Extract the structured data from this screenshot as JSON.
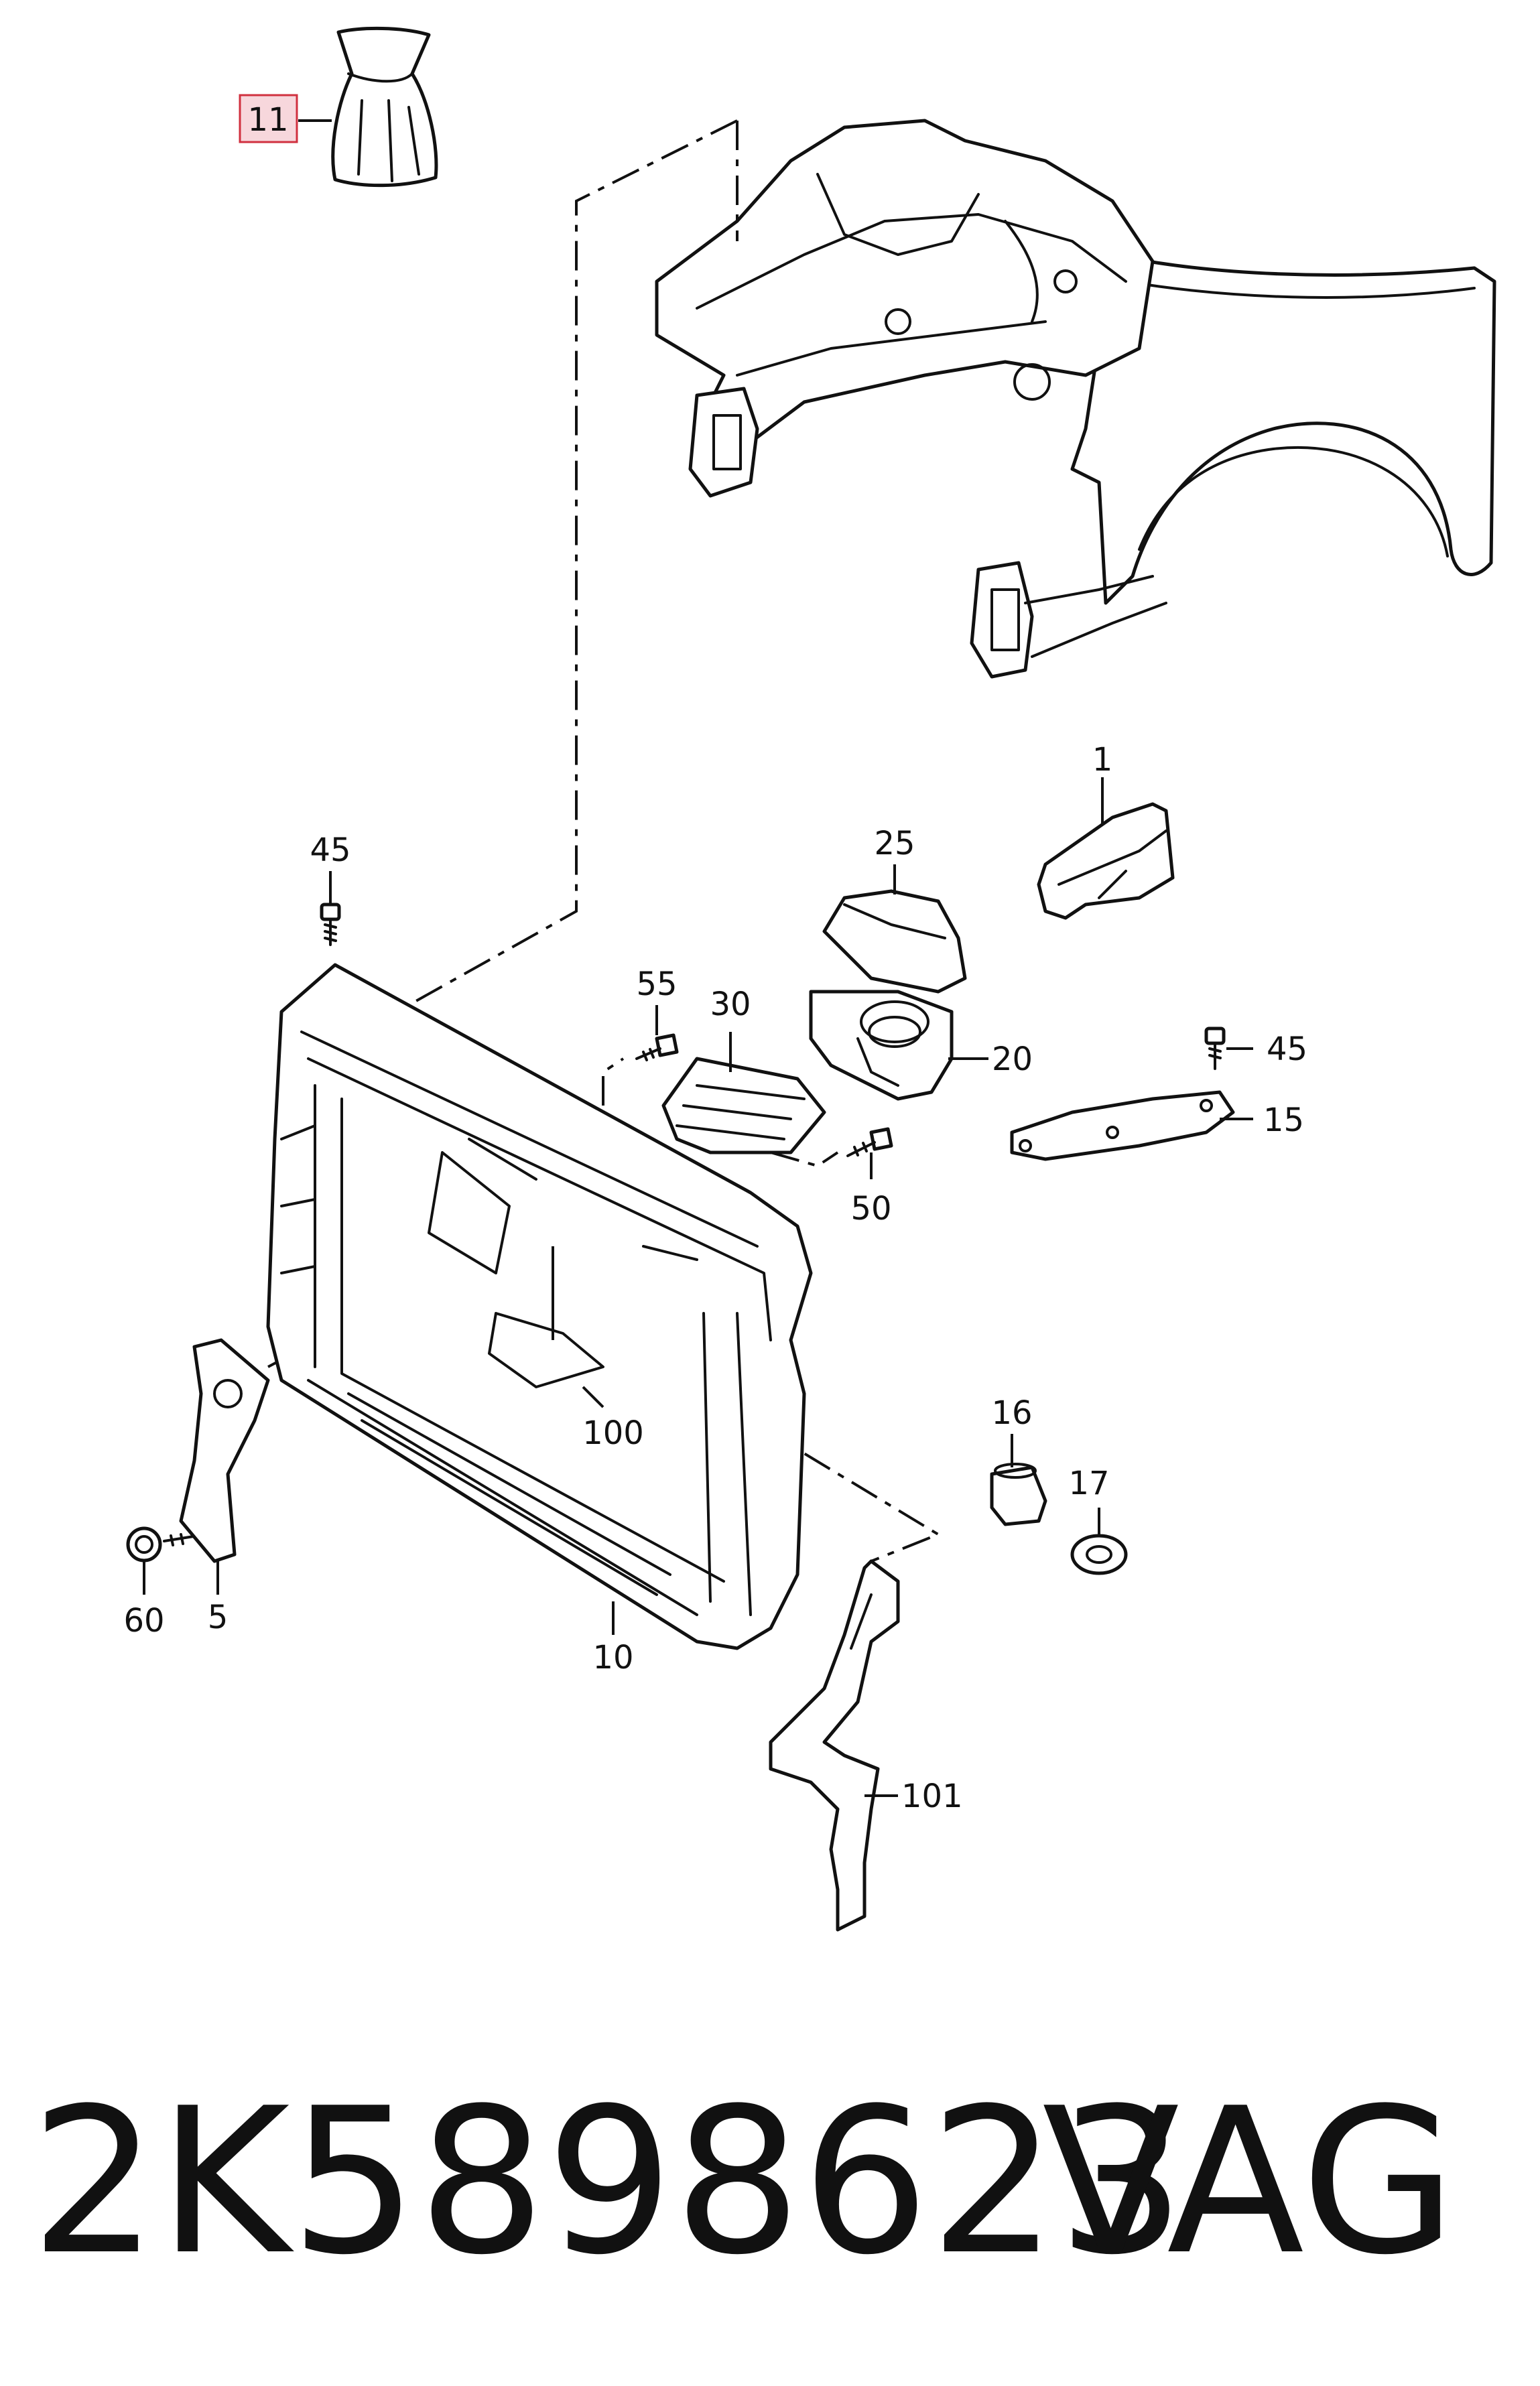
{
  "callouts": {
    "p1": "1",
    "p5": "5",
    "p10": "10",
    "p11": "11",
    "p15": "15",
    "p16": "16",
    "p17": "17",
    "p20": "20",
    "p25": "25",
    "p30": "30",
    "p45a": "45",
    "p45b": "45",
    "p50": "50",
    "p55": "55",
    "p60": "60",
    "p100": "100",
    "p101": "101"
  },
  "caption": {
    "part_number": "2K5898623",
    "brand": "VAG"
  },
  "colors": {
    "ink": "#111111",
    "highlight_box_fill": "#f7d7dc",
    "highlight_box_border": "#d0303f"
  }
}
